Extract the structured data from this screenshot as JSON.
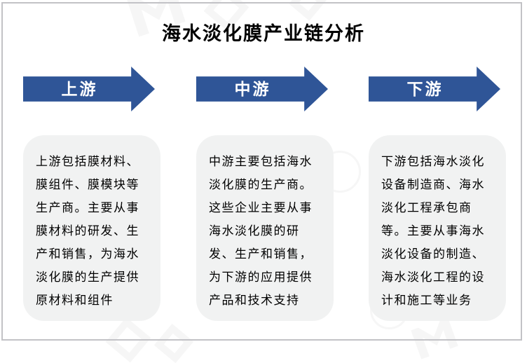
{
  "title": "海水淡化膜产业链分析",
  "colors": {
    "arrow_fill": "#2F5597",
    "arrow_text": "#FFFFFF",
    "box_background": "#F1F2F2",
    "frame_border": "#C2C2C6",
    "body_text": "#000000"
  },
  "columns": [
    {
      "id": "upstream",
      "arrow_label": "上游",
      "body": "上游包括膜材料、\n膜组件、膜模块等\n生产商。主要从事\n膜材料的研发、生\n产和销售，为海水\n淡化膜的生产提供\n原材料和组件"
    },
    {
      "id": "midstream",
      "arrow_label": "中游",
      "body": "中游主要包括海水\n淡化膜的生产商。\n这些企业主要从事\n海水淡化膜的研\n发、生产和销售，\n为下游的应用提供\n产品和技术支持"
    },
    {
      "id": "downstream",
      "arrow_label": "下游",
      "body": "下游包括海水淡化\n设备制造商、海水\n淡化工程承包商\n等。主要从事海水\n淡化设备的制造、\n海水淡化工程的设\n计和施工等业务"
    }
  ]
}
